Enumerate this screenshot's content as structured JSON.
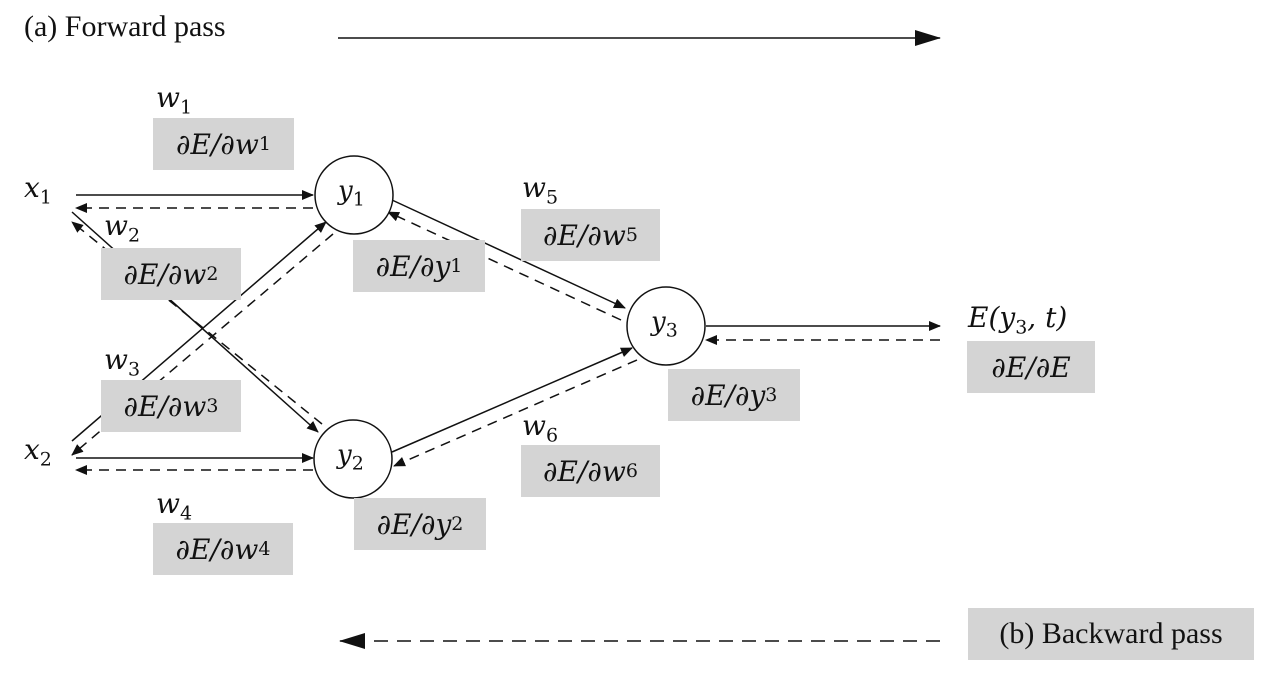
{
  "titles": {
    "forward": "(a) Forward pass",
    "backward": "(b) Backward pass"
  },
  "inputs": [
    {
      "base": "x",
      "sub": "1"
    },
    {
      "base": "x",
      "sub": "2"
    }
  ],
  "nodes": [
    {
      "base": "y",
      "sub": "1"
    },
    {
      "base": "y",
      "sub": "2"
    },
    {
      "base": "y",
      "sub": "3"
    }
  ],
  "weights": [
    {
      "base": "w",
      "sub": "1",
      "grad": "∂E/∂w",
      "grad_sub": "1"
    },
    {
      "base": "w",
      "sub": "2",
      "grad": "∂E/∂w",
      "grad_sub": "2"
    },
    {
      "base": "w",
      "sub": "3",
      "grad": "∂E/∂w",
      "grad_sub": "3"
    },
    {
      "base": "w",
      "sub": "4",
      "grad": "∂E/∂w",
      "grad_sub": "4"
    },
    {
      "base": "w",
      "sub": "5",
      "grad": "∂E/∂w",
      "grad_sub": "5"
    },
    {
      "base": "w",
      "sub": "6",
      "grad": "∂E/∂w",
      "grad_sub": "6"
    }
  ],
  "node_grads": [
    {
      "grad": "∂E/∂y",
      "grad_sub": "1"
    },
    {
      "grad": "∂E/∂y",
      "grad_sub": "2"
    },
    {
      "grad": "∂E/∂y",
      "grad_sub": "3"
    }
  ],
  "output": {
    "pre": "E(y",
    "sub": "3",
    "post": ", t)",
    "grad": "∂E/∂E"
  },
  "colors": {
    "box": "#d4d4d4",
    "line": "#111111"
  }
}
